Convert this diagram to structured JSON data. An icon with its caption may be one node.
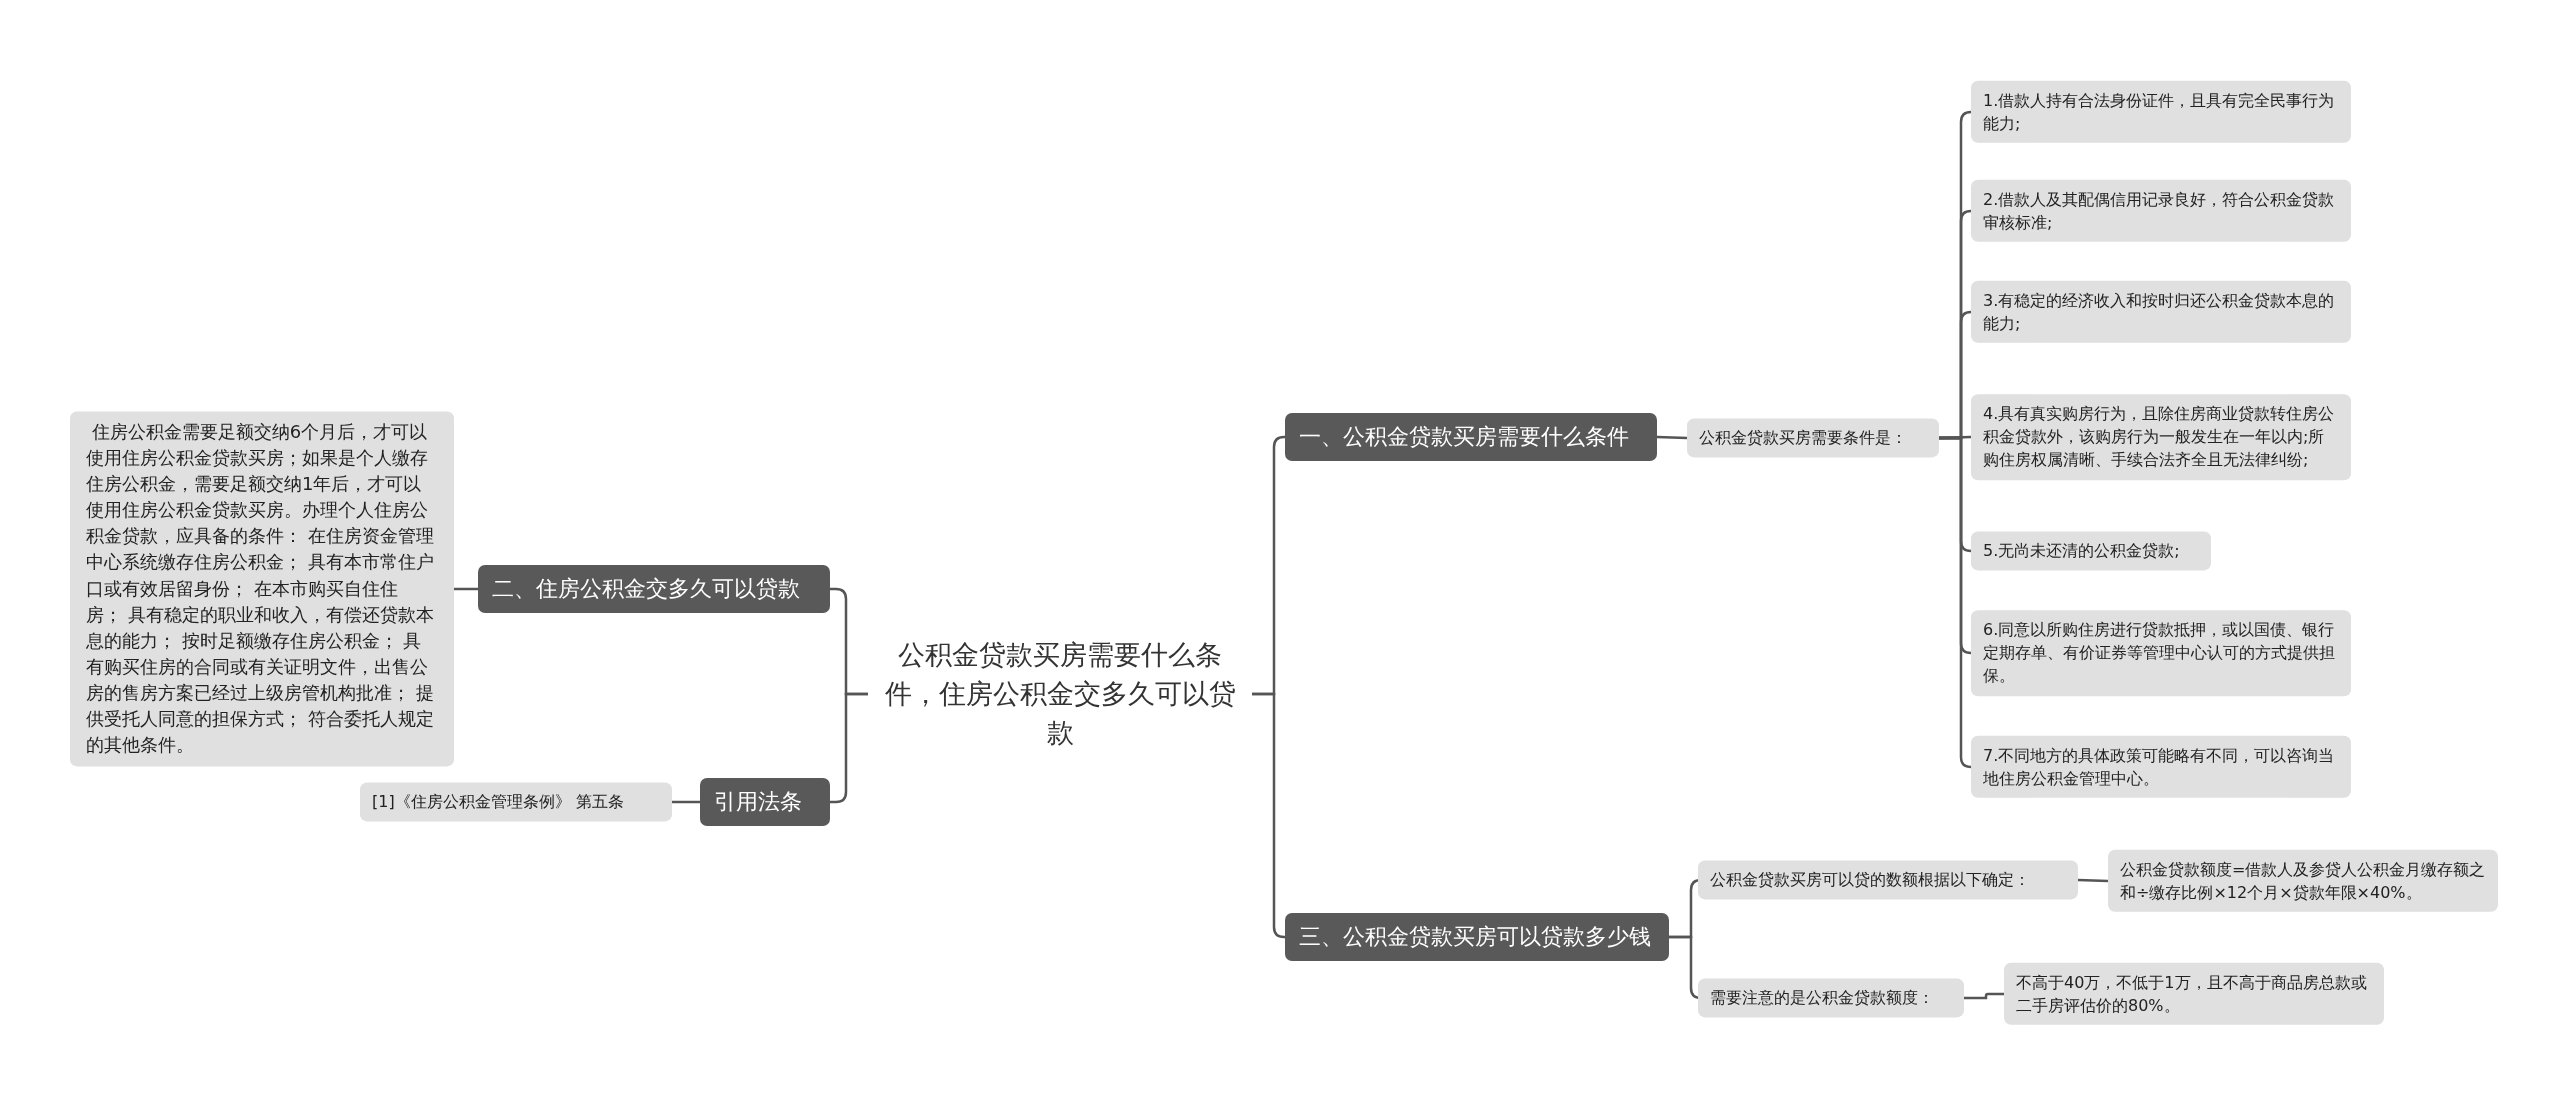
{
  "diagram": {
    "nodes": [
      {
        "text": [
          "公积金贷款买房需要什么条件，住房公积金交多久可以贷款"
        ]
      },
      {
        "text": [
          "一、公积金贷款买房需要什么条件"
        ]
      },
      {
        "text": [
          "公积金贷款买房需要条件是："
        ]
      },
      {
        "text": [
          "1.借款人持有合法身份证件，且具有完全民事行为能力;"
        ]
      },
      {
        "text": [
          "2.借款人及其配偶信用记录良好，符合公积金贷款审核标准;"
        ]
      },
      {
        "text": [
          "3.有稳定的经济收入和按时归还公积金贷款本息的能力;"
        ]
      },
      {
        "text": [
          "4.具有真实购房行为，且除住房商业贷款转住房公积金贷款外，该购房行为一般发生在一年以内;所购住房权属清晰、手续合法齐全且无法律纠纷;"
        ]
      },
      {
        "text": [
          "5.无尚未还清的公积金贷款;"
        ]
      },
      {
        "text": [
          "6.同意以所购住房进行贷款抵押，或以国债、银行定期存单、有价证券等管理中心认可的方式提供担保。"
        ]
      },
      {
        "text": [
          "7.不同地方的具体政策可能略有不同，可以咨询当地住房公积金管理中心。"
        ]
      },
      {
        "text": [
          "三、公积金贷款买房可以贷款多少钱"
        ]
      },
      {
        "text": [
          "公积金贷款买房可以贷的数额根据以下确定："
        ]
      },
      {
        "text": [
          "公积金贷款额度=借款人及参贷人公积金月缴存额之和÷缴存比例×12个月×贷款年限×40%。"
        ]
      },
      {
        "text": [
          "需要注意的是公积金贷款额度："
        ]
      },
      {
        "text": [
          "不高于40万，不低于1万，且不高于商品房总款或二手房评估价的80%。"
        ]
      },
      {
        "text": [
          "二、住房公积金交多久可以贷款"
        ]
      },
      {
        "text": [
          " 住房公积金需要足额交纳6个月后，才可以使用住房公积金贷款买房；如果是个人缴存住房公积金，需要足额交纳1年后，才可以使用住房公积金贷款买房。办理个人住房公积金贷款，应具备的条件： 在住房资金管理中心系统缴存住房公积金； 具有本市常住户口或有效居留身份； 在本市购买自住住房； 具有稳定的职业和收入，有偿还贷款本息的能力； 按时足额缴存住房公积金； 具有购买住房的合同或有关证明文件，出售公房的售房方案已经过上级房管机构批准； 提供受托人同意的担保方式； 符合委托人规定的其他条件。"
        ]
      },
      {
        "text": [
          "引用法条"
        ]
      },
      {
        "text": [
          "[1]《住房公积金管理条例》 第五条"
        ]
      }
    ],
    "edges": [
      {
        "from": 0,
        "to": 1,
        "arrow": "none"
      },
      {
        "from": 1,
        "to": 2,
        "arrow": "none"
      },
      {
        "from": 2,
        "to": 3,
        "arrow": "none"
      },
      {
        "from": 2,
        "to": 4,
        "arrow": "none"
      },
      {
        "from": 2,
        "to": 5,
        "arrow": "none"
      },
      {
        "from": 2,
        "to": 6,
        "arrow": "none"
      },
      {
        "from": 2,
        "to": 7,
        "arrow": "none"
      },
      {
        "from": 2,
        "to": 8,
        "arrow": "none"
      },
      {
        "from": 2,
        "to": 9,
        "arrow": "none"
      },
      {
        "from": 0,
        "to": 10,
        "arrow": "none"
      },
      {
        "from": 10,
        "to": 11,
        "arrow": "none"
      },
      {
        "from": 11,
        "to": 12,
        "arrow": "none"
      },
      {
        "from": 10,
        "to": 13,
        "arrow": "none"
      },
      {
        "from": 13,
        "to": 14,
        "arrow": "none"
      },
      {
        "from": 0,
        "to": 15,
        "arrow": "none"
      },
      {
        "from": 15,
        "to": 16,
        "arrow": "none"
      },
      {
        "from": 0,
        "to": 17,
        "arrow": "none"
      },
      {
        "from": 17,
        "to": 18,
        "arrow": "none"
      }
    ]
  }
}
